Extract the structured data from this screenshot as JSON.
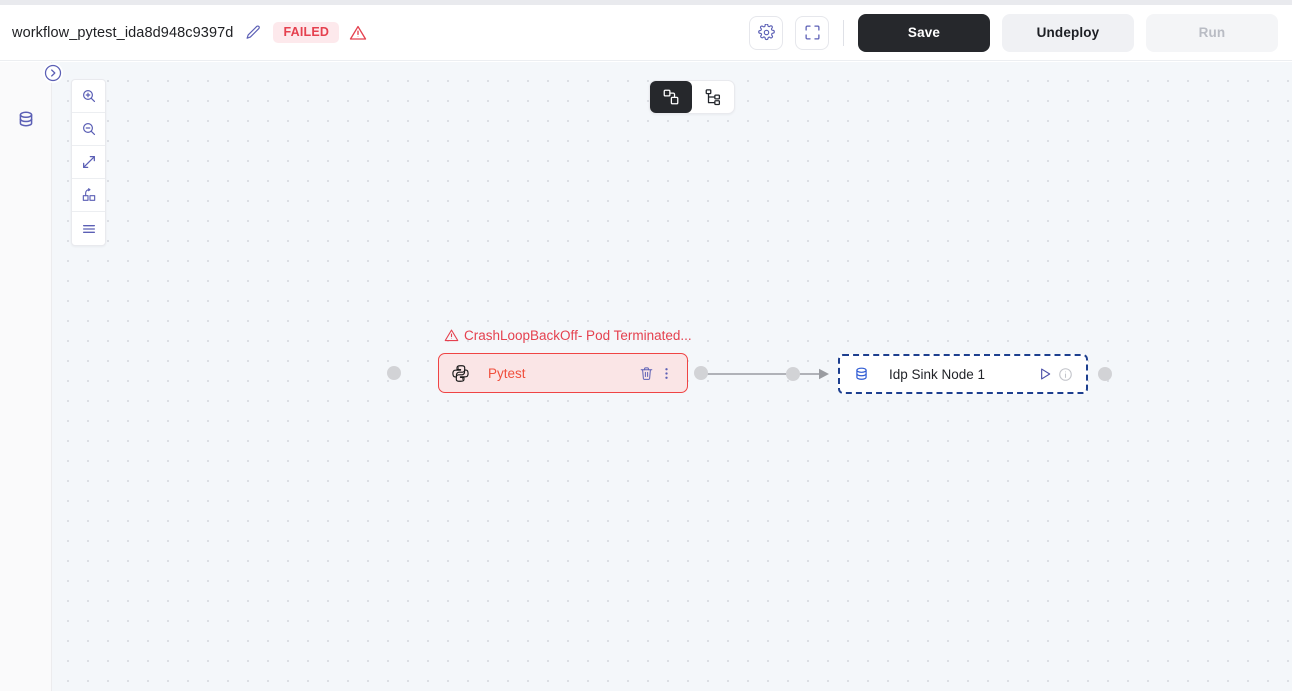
{
  "header": {
    "workflow_title": "workflow_pytest_ida8d948c9397d",
    "edit_icon": "pencil-icon",
    "status_label": "FAILED",
    "status_bg": "#fde9ec",
    "status_color": "#e5414f",
    "warning_icon": "warning-triangle-icon",
    "settings_icon": "gear-icon",
    "fullscreen_icon": "fullscreen-icon",
    "save_label": "Save",
    "undeploy_label": "Undeploy",
    "run_label": "Run"
  },
  "left_rail": {
    "database_icon": "database-icon",
    "expand_icon": "chevron-right-circle-icon"
  },
  "canvas": {
    "zoom_toolbar": [
      {
        "name": "zoom-in",
        "icon": "zoom-in-icon"
      },
      {
        "name": "zoom-out",
        "icon": "zoom-out-icon"
      },
      {
        "name": "fit-view",
        "icon": "fit-view-icon"
      },
      {
        "name": "lock-view",
        "icon": "lock-icon"
      },
      {
        "name": "toggle-menu",
        "icon": "hamburger-icon"
      }
    ],
    "view_toggle": [
      {
        "name": "graph-view",
        "icon": "graph-view-icon",
        "active": true
      },
      {
        "name": "tree-view",
        "icon": "tree-view-icon",
        "active": false
      }
    ]
  },
  "nodes": [
    {
      "id": "pytest",
      "label": "Pytest",
      "icon": "python-icon",
      "state": "failed",
      "error_text": "CrashLoopBackOff- Pod Terminated...",
      "error_icon": "warning-triangle-icon",
      "border_color": "#ef4444",
      "bg_color": "#fae5e6",
      "actions": [
        {
          "name": "delete-node",
          "icon": "trash-icon"
        },
        {
          "name": "node-menu",
          "icon": "more-vertical-icon"
        }
      ]
    },
    {
      "id": "idp-sink-node-1",
      "label": "Idp Sink Node 1",
      "icon": "database-icon",
      "state": "selected",
      "border_color": "#1d3f8f",
      "bg_color": "#ffffff",
      "actions": [
        {
          "name": "run-node",
          "icon": "play-icon"
        },
        {
          "name": "node-info",
          "icon": "info-icon"
        }
      ]
    }
  ],
  "edges": [
    {
      "from": "pytest",
      "to": "idp-sink-node-1",
      "color": "#9a9ca1"
    }
  ]
}
